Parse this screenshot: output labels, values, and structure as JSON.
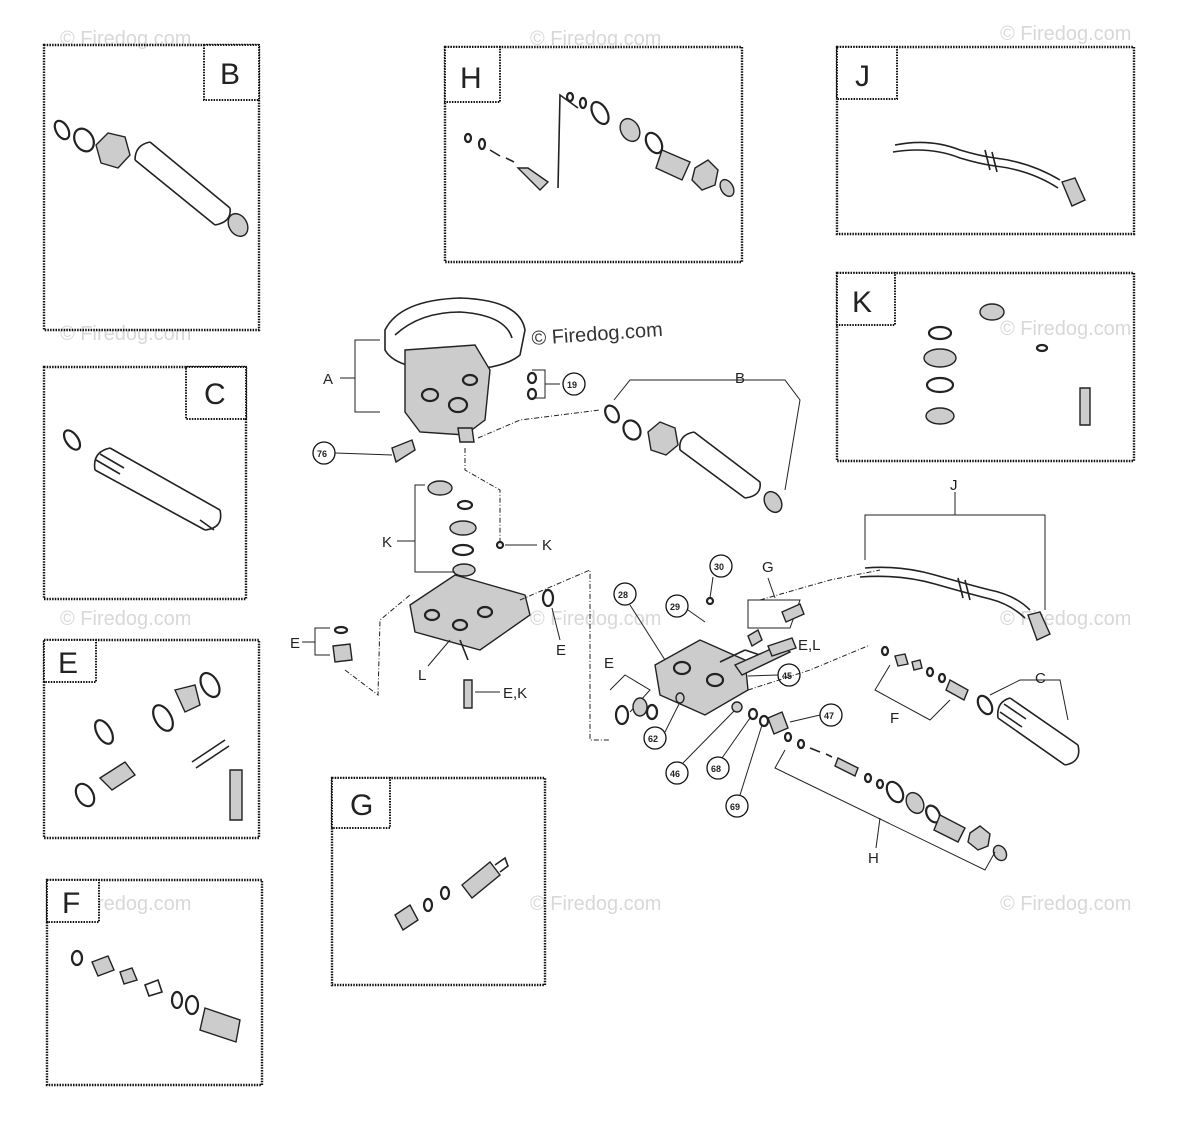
{
  "watermark": {
    "main": "© Firedog.com",
    "faint": "© Firedog.com"
  },
  "boxes": {
    "B": "B",
    "C": "C",
    "E": "E",
    "F": "F",
    "G": "G",
    "H": "H",
    "J": "J",
    "K": "K"
  },
  "labels": {
    "A": "A",
    "B": "B",
    "C": "C",
    "F": "F",
    "G": "G",
    "H": "H",
    "J": "J",
    "K_left": "K",
    "K_right": "K",
    "L": "L",
    "E_left": "E",
    "E_right": "E",
    "E_mid": "E",
    "EK": "E,K",
    "EL": "E,L"
  },
  "callouts": {
    "c19": "19",
    "c76": "76",
    "c30": "30",
    "c29": "29",
    "c28": "28",
    "c45": "45",
    "c47": "47",
    "c62": "62",
    "c46": "46",
    "c68": "68",
    "c69": "69"
  }
}
